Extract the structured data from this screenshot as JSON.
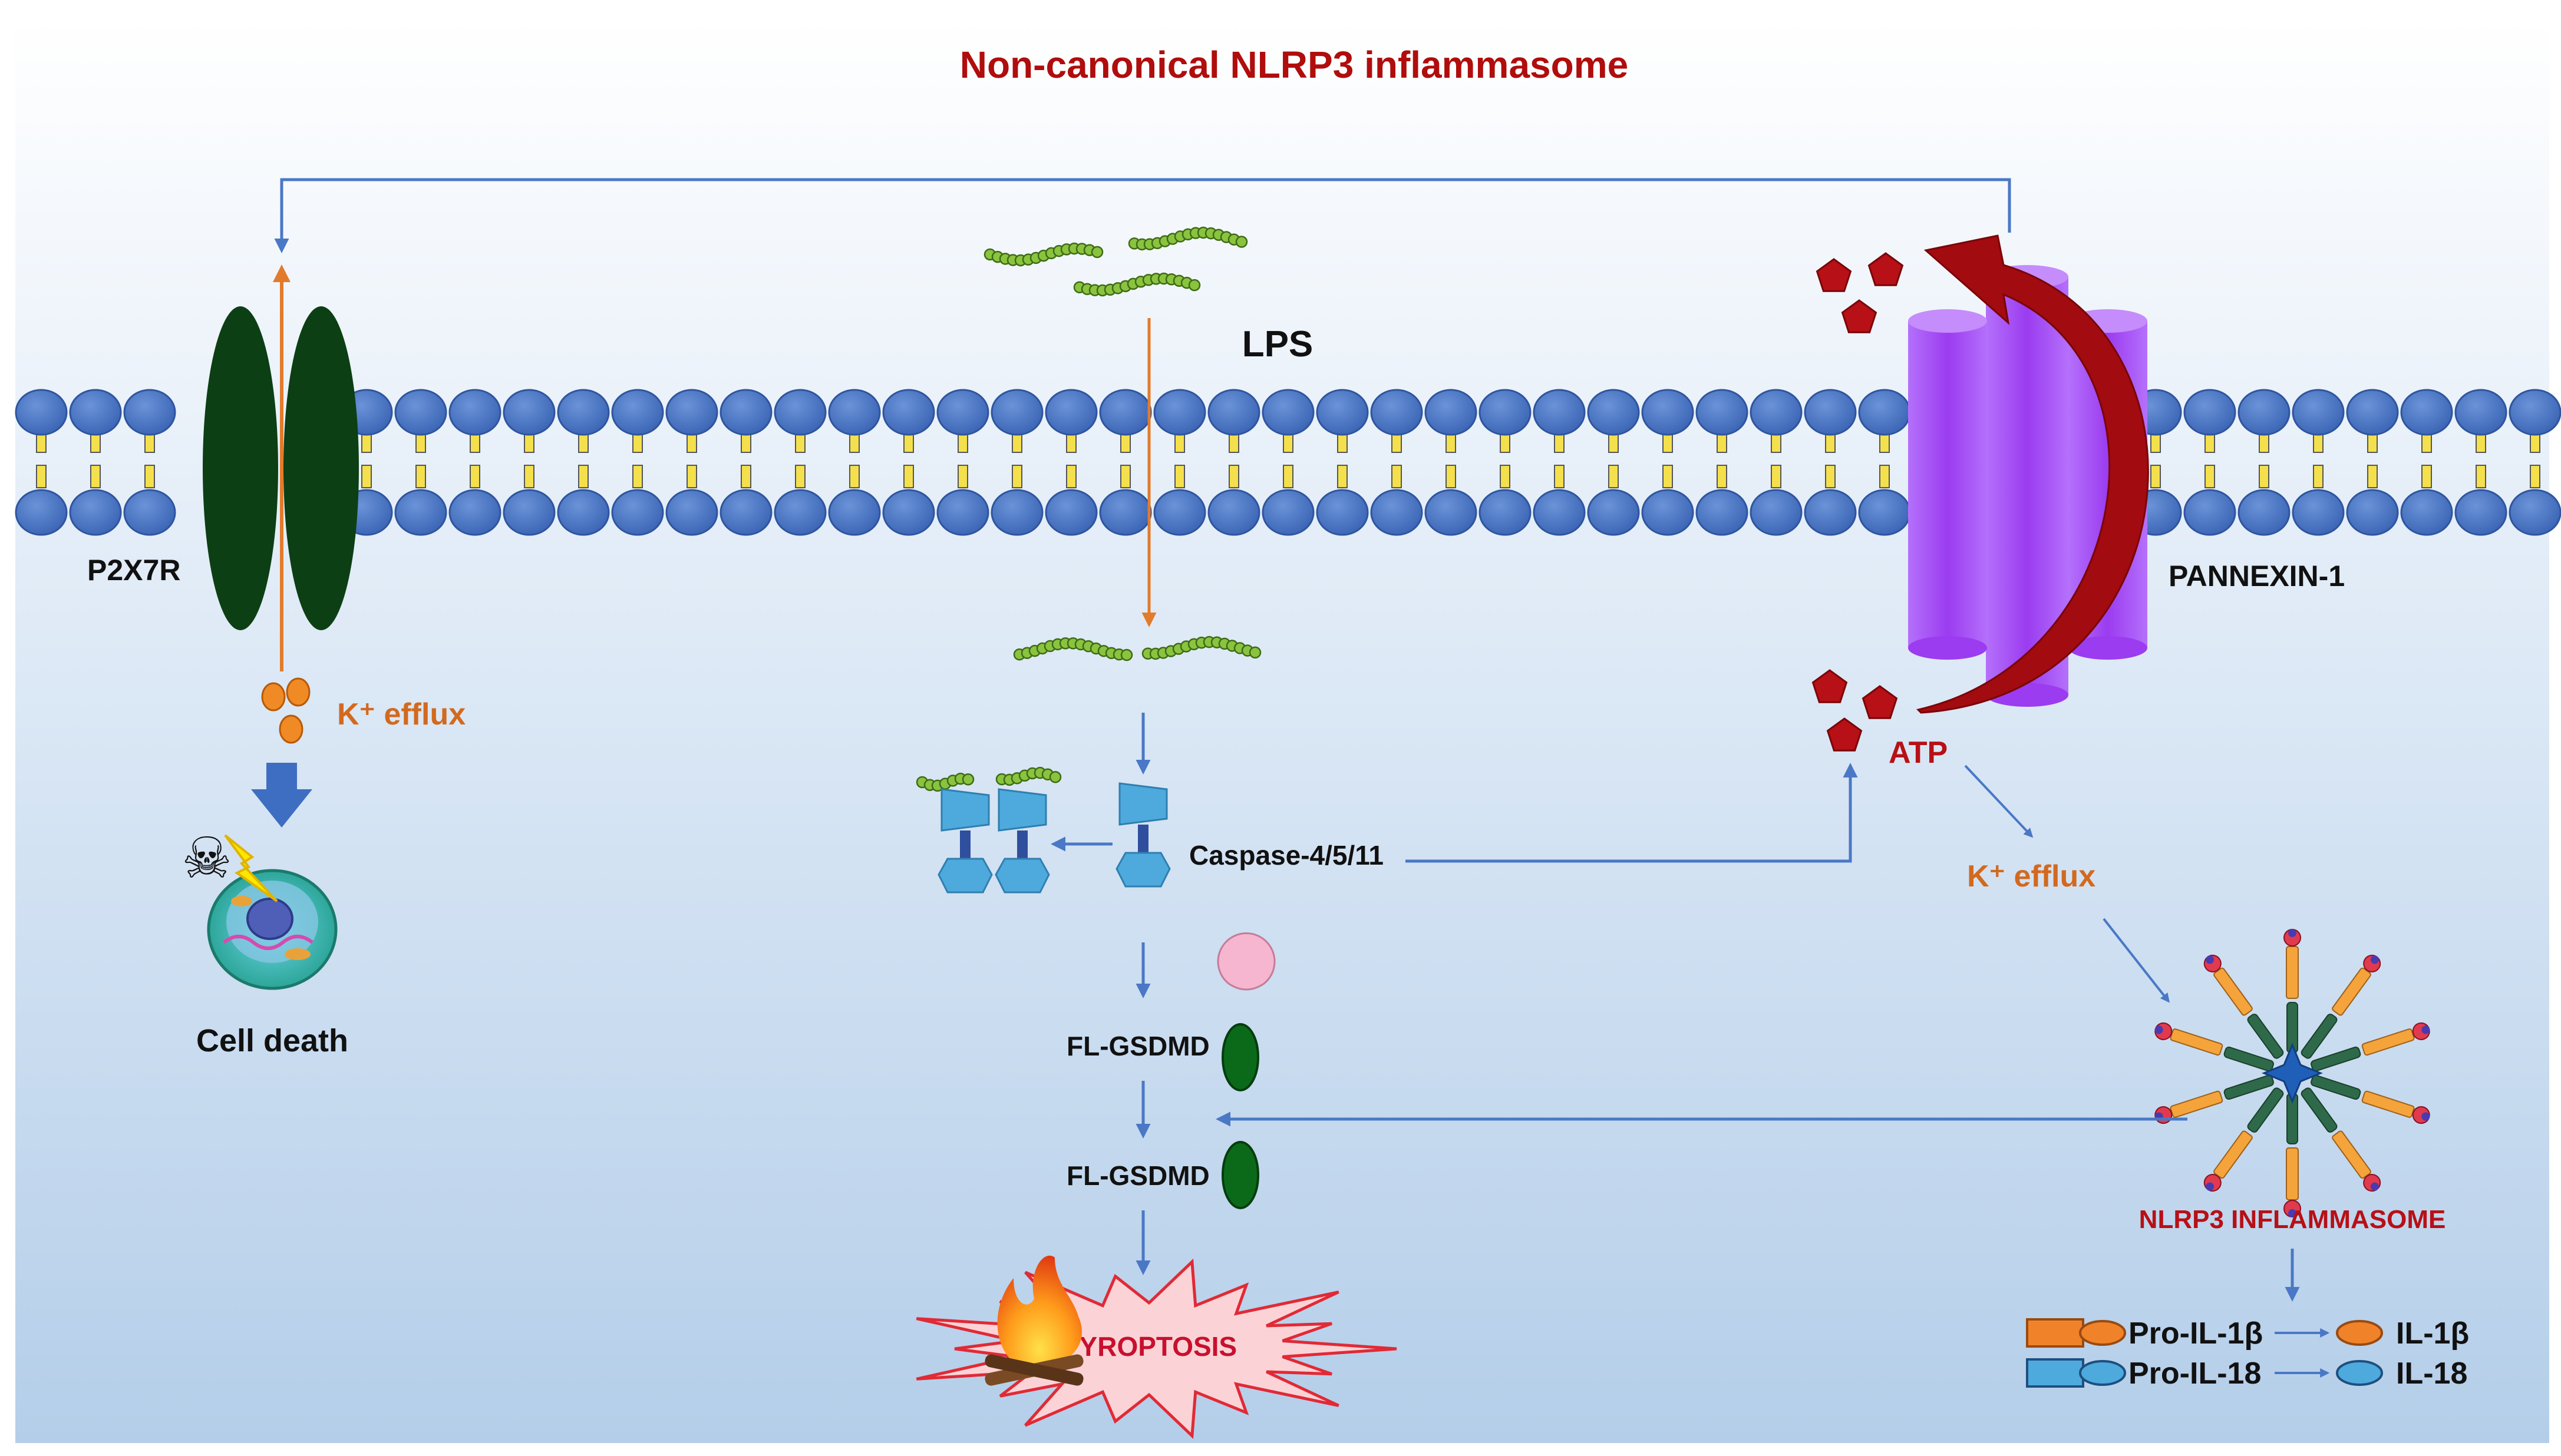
{
  "title": "Non-canonical NLRP3 inflammasome",
  "labels": {
    "lps": "LPS",
    "p2x7r": "P2X7R",
    "pannexin": "PANNEXIN-1",
    "k_efflux_left": "K⁺ efflux",
    "k_efflux_right": "K⁺ efflux",
    "cell_death": "Cell death",
    "atp": "ATP",
    "caspase": "Caspase-4/5/11",
    "fl_gsdmd_1": "FL-GSDMD",
    "fl_gsdmd_2": "FL-GSDMD",
    "pyroptosis": "PYROPTOSIS",
    "nlrp3": "NLRP3 INFLAMMASOME",
    "pro_il1b": "Pro-IL-1β",
    "il1b": "IL-1β",
    "pro_il18": "Pro-IL-18",
    "il18": "IL-18"
  },
  "icons": {
    "skull": "☠",
    "flame": "flame-icon",
    "lightning": "lightning-icon"
  },
  "colors": {
    "title": "#b00d0d",
    "arrow_blue": "#4a78c6",
    "arrow_orange": "#e27b2c",
    "k_label": "#d2691e",
    "atp_red": "#b71016",
    "membrane_blue": "#4472c4",
    "tail_yellow": "#f4e04d",
    "p2x7r_green": "#0c3f14",
    "pannexin_purple": "#a64bf4",
    "caspase_blue": "#4eaadc",
    "gsdmd_green": "#0b6a1a",
    "lps_green": "#8ac43f",
    "pyroptosis_fill": "#fbd3d6"
  }
}
